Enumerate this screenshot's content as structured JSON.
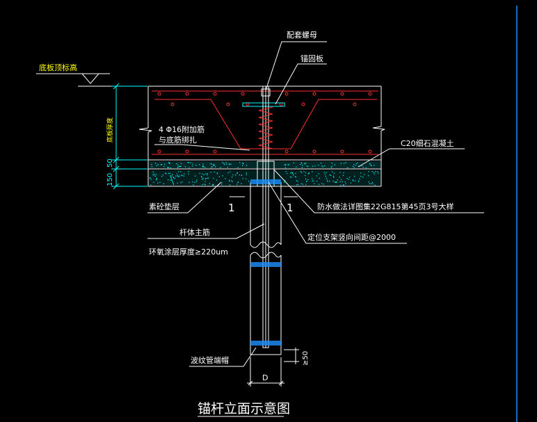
{
  "labels": {
    "floor_level": "底板顶标高",
    "nut": "配套螺母",
    "anchor_plate": "锚固板",
    "rebar_line1": "4 Φ16附加筋",
    "rebar_line2": "与底筋绑扎",
    "concrete": "C20细石混凝土",
    "waterproof": "防水做法详图集22G815第45页3号大样",
    "plain_cushion": "素砼垫层",
    "rod_main": "杆体主筋",
    "coating": "环氧涂层厚度≥220um",
    "spacer": "定位支架竖向间距@2000",
    "end_cap": "波纹管端帽",
    "section_left": "1",
    "section_right": "1",
    "title": "锚杆立面示意图"
  },
  "dimensions": {
    "thickness_label": "底板厚度",
    "dim_50": "50",
    "dim_150": "150",
    "dim_gte50": "≥50",
    "dim_D": "D"
  },
  "colors": {
    "background": "#000000",
    "white": "#ffffff",
    "red": "#ff3030",
    "cyan": "#00ffff",
    "yellow": "#ffff00",
    "green": "#00ff00",
    "blue_edge": "#1e90ff"
  }
}
